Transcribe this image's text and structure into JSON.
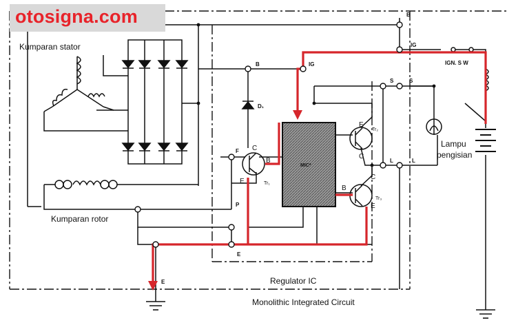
{
  "watermark": "otosigna.com",
  "labels": {
    "stator": "Kumparan stator",
    "rotor": "Kumparan rotor",
    "regulator": "Regulator IC",
    "monolithic": "Monolithic Integrated Circuit",
    "lamp_line1": "Lampu",
    "lamp_line2": "pengisian",
    "mic": "MIC*",
    "ign_sw": "IGN. S W",
    "diode": "D₁",
    "tr1": "Tr₁",
    "tr2": "Tr₂",
    "tr3": "Tr₃"
  },
  "terminals": {
    "b_top": "B",
    "b_inner": "B",
    "ig_inner": "IG",
    "ig_right": "IG",
    "s_inner": "S",
    "s_right": "S",
    "f": "F",
    "p": "P",
    "e_inner": "E",
    "e_bottom": "E",
    "l_inner": "L",
    "l_right": "L"
  },
  "pins": {
    "tr1_c": "C",
    "tr1_b": "B",
    "tr1_e": "E",
    "tr2_e": "E",
    "tr2_c": "C",
    "tr3_b": "B",
    "tr3_c": "C",
    "tr3_e": "E"
  },
  "colors": {
    "wire": "#111111",
    "highlight": "#d6262b",
    "watermark_text": "#e8232a",
    "watermark_bg": "#d9d9d9",
    "ic_fill": "#8a8a8a"
  }
}
